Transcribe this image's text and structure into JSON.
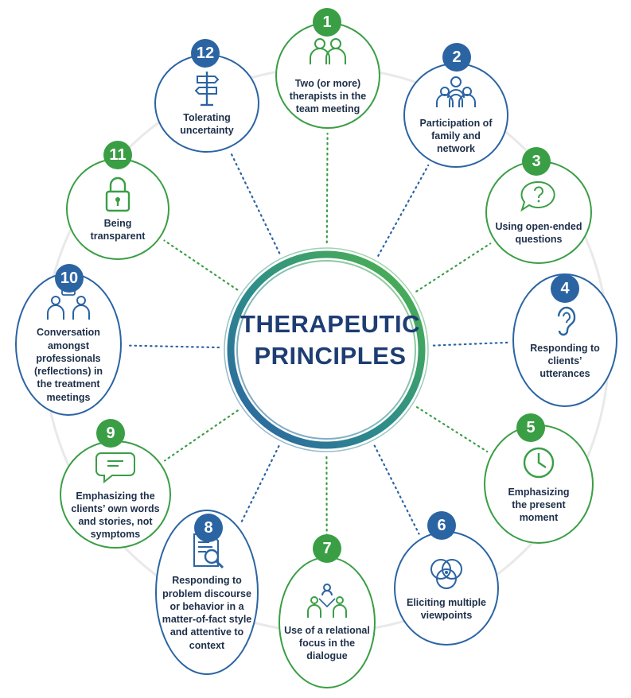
{
  "title": "THERAPEUTIC\nPRINCIPLES",
  "colors": {
    "green": "#3a9e45",
    "blue": "#2b64a3",
    "text": "#1e2f4a",
    "title": "#1d3d73"
  },
  "principles": [
    {
      "number": "1",
      "label": "Two (or more)\ntherapists in the\nteam meeting",
      "icon": "two-people-icon",
      "color": "green"
    },
    {
      "number": "2",
      "label": "Participation of\nfamily and\nnetwork",
      "icon": "family-group-icon",
      "color": "blue"
    },
    {
      "number": "3",
      "label": "Using open-ended\nquestions",
      "icon": "question-bubble-icon",
      "color": "green"
    },
    {
      "number": "4",
      "label": "Responding to\nclients’\nutterances",
      "icon": "ear-icon",
      "color": "blue"
    },
    {
      "number": "5",
      "label": "Emphasizing\nthe present\nmoment",
      "icon": "clock-icon",
      "color": "green"
    },
    {
      "number": "6",
      "label": "Eliciting multiple\nviewpoints",
      "icon": "overlapping-circles-icon",
      "color": "blue"
    },
    {
      "number": "7",
      "label": "Use of a relational\nfocus in the\ndialogue",
      "icon": "relational-group-icon",
      "color": "green"
    },
    {
      "number": "8",
      "label": "Responding to\nproblem discourse\nor behavior in a\nmatter-of-fact style\nand attentive to\ncontext",
      "icon": "document-magnifier-icon",
      "color": "blue"
    },
    {
      "number": "9",
      "label": "Emphasizing the\nclients’ own words\nand stories, not\nsymptoms",
      "icon": "speech-bubble-icon",
      "color": "green"
    },
    {
      "number": "10",
      "label": "Conversation\namongst\nprofessionals\n(reflections) in\nthe treatment\nmeetings",
      "icon": "professionals-conversation-icon",
      "color": "blue"
    },
    {
      "number": "11",
      "label": "Being\ntransparent",
      "icon": "padlock-icon",
      "color": "green"
    },
    {
      "number": "12",
      "label": "Tolerating\nuncertainty",
      "icon": "signpost-icon",
      "color": "blue"
    }
  ]
}
